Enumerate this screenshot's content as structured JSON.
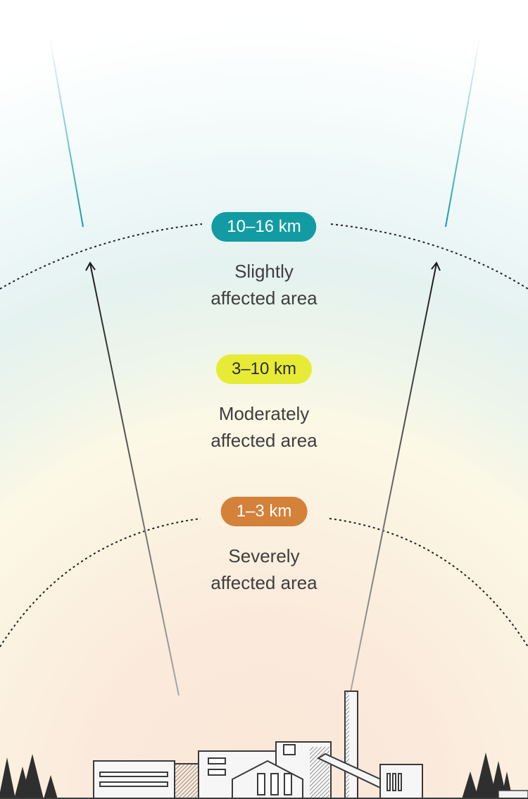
{
  "zones": [
    {
      "range": "10–16 km",
      "line1": "Slightly",
      "line2": "affected area",
      "color": "#139ba3",
      "text_color": "#ffffff"
    },
    {
      "range": "3–10 km",
      "line1": "Moderately",
      "line2": "affected area",
      "color": "#e8eb35",
      "text_color": "#2c2c2c"
    },
    {
      "range": "1–3 km",
      "line1": "Severely",
      "line2": "affected area",
      "color": "#d4813a",
      "text_color": "#ffffff"
    }
  ],
  "icons": {
    "factory": "factory-icon",
    "trees": "pine-tree-icon"
  }
}
